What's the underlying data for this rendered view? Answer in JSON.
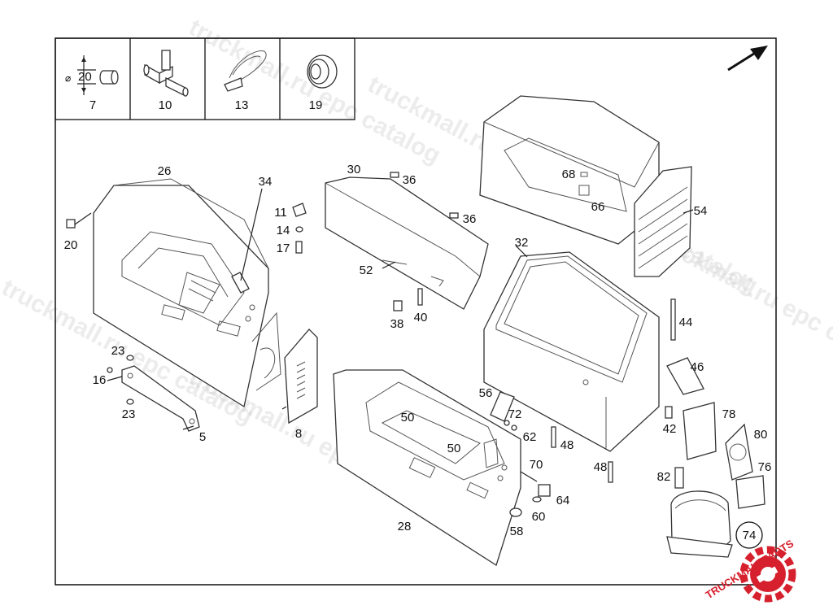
{
  "legend_items": [
    {
      "label": "7",
      "icon": "o-ring-icon",
      "dim": "20"
    },
    {
      "label": "10",
      "icon": "fitting-icon"
    },
    {
      "label": "13",
      "icon": "cable-tie-icon"
    },
    {
      "label": "19",
      "icon": "grommet-icon"
    }
  ],
  "callouts": [
    "26",
    "34",
    "30",
    "36",
    "36",
    "11",
    "14",
    "17",
    "20",
    "52",
    "38",
    "40",
    "68",
    "66",
    "54",
    "32",
    "44",
    "46",
    "23",
    "16",
    "23",
    "5",
    "8",
    "50",
    "50",
    "56",
    "72",
    "62",
    "48",
    "48",
    "70",
    "64",
    "60",
    "58",
    "28",
    "42",
    "78",
    "80",
    "76",
    "82",
    "74"
  ],
  "diameter_symbol": "⌀",
  "watermarks": [
    "truckmall.ru epc catalog",
    "truckmall.ru epc catalog",
    "truckmall.ru epc catalog",
    "truckmall.ru epc catalog",
    "truckmall.ru epc catalog",
    "truckmall.ru epc catalog"
  ],
  "brand": {
    "name": "TRUCKMALLPARTS",
    "color": "#d6202d"
  }
}
